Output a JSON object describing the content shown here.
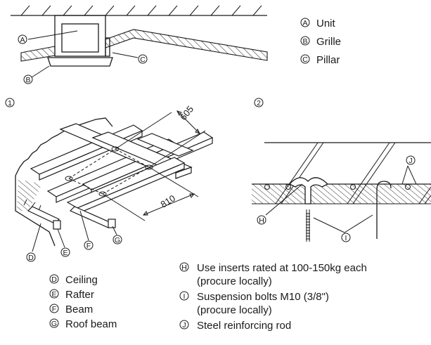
{
  "top_legend": [
    {
      "marker": "A",
      "text": "Unit"
    },
    {
      "marker": "B",
      "text": "Grille"
    },
    {
      "marker": "C",
      "text": "Pillar"
    }
  ],
  "figure_1": {
    "number": "1",
    "dimensions": [
      "605",
      "810"
    ],
    "legend": [
      {
        "marker": "D",
        "text": "Ceiling"
      },
      {
        "marker": "E",
        "text": "Rafter"
      },
      {
        "marker": "F",
        "text": "Beam"
      },
      {
        "marker": "G",
        "text": "Roof beam"
      }
    ]
  },
  "figure_2": {
    "number": "2",
    "legend": [
      {
        "marker": "H",
        "lines": [
          "Use inserts rated at 100-150kg each",
          "(procure locally)"
        ]
      },
      {
        "marker": "I",
        "lines": [
          "Suspension bolts M10 (3/8\")",
          "(procure locally)"
        ]
      },
      {
        "marker": "J",
        "lines": [
          "Steel reinforcing rod"
        ]
      }
    ]
  }
}
